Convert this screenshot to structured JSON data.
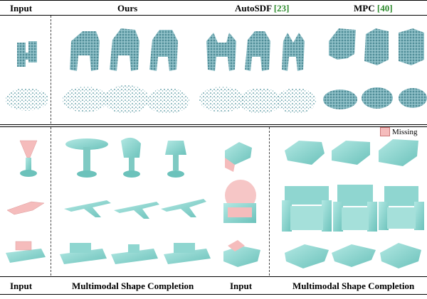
{
  "header": {
    "input": "Input",
    "ours": "Ours",
    "autosdf": "AutoSDF",
    "autosdf_ref": "[23]",
    "mpc": "MPC",
    "mpc_ref": "[40]"
  },
  "legend": {
    "missing": "Missing",
    "missing_color": "#f5bcbc"
  },
  "footer": {
    "input_left": "Input",
    "completion_left": "Multimodal Shape Completion",
    "input_right": "Input",
    "completion_right": "Multimodal Shape Completion"
  },
  "colors": {
    "shape": "#8fd6d0",
    "shape_dark": "#5fb3ad",
    "points": "#4a8f99",
    "missing": "#f5bcbc"
  }
}
